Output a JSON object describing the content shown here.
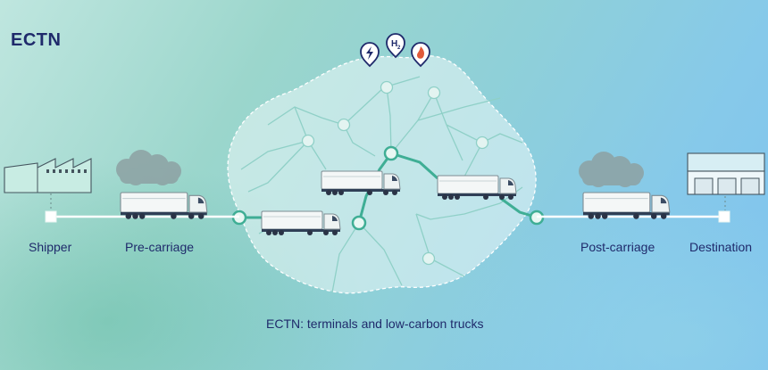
{
  "title": "ECTN",
  "stages": {
    "shipper": "Shipper",
    "pre_carriage": "Pre-carriage",
    "post_carriage": "Post-carriage",
    "destination": "Destination"
  },
  "caption": "ECTN: terminals and low-carbon trucks",
  "energy_icons": [
    "electric-charging-icon",
    "hydrogen-h2-icon",
    "gas-flame-icon"
  ],
  "hydrogen_symbol": "H",
  "hydrogen_subscript": "2",
  "colors": {
    "title_text": "#1f2a6b",
    "route_green": "#3fae95",
    "network_line": "#7cc7bf",
    "node_fill": "#e3f4f1",
    "icon_navy": "#1f2a6b"
  }
}
